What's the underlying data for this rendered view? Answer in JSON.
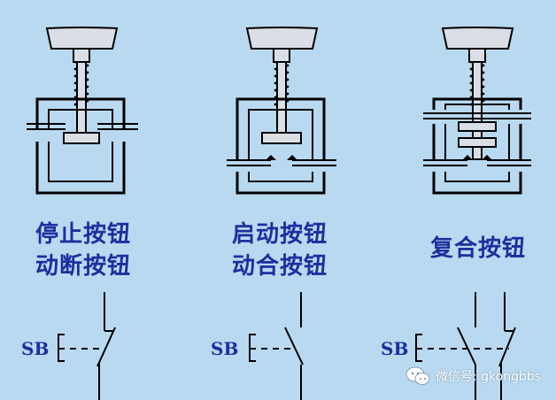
{
  "buttons": [
    {
      "name_line1": "停止按钮",
      "name_line2": "动断按钮",
      "symbol_label": "SB"
    },
    {
      "name_line1": "启动按钮",
      "name_line2": "动合按钮",
      "symbol_label": "SB"
    },
    {
      "name_line1": "复合按钮",
      "name_line2": "",
      "symbol_label": "SB"
    }
  ],
  "watermark": {
    "text": "微信号: gkongbbs"
  },
  "colors": {
    "background": "#b9d9f0",
    "label": "#1c2f9e",
    "cap_fill": "#dadfe6",
    "line": "#000000"
  }
}
